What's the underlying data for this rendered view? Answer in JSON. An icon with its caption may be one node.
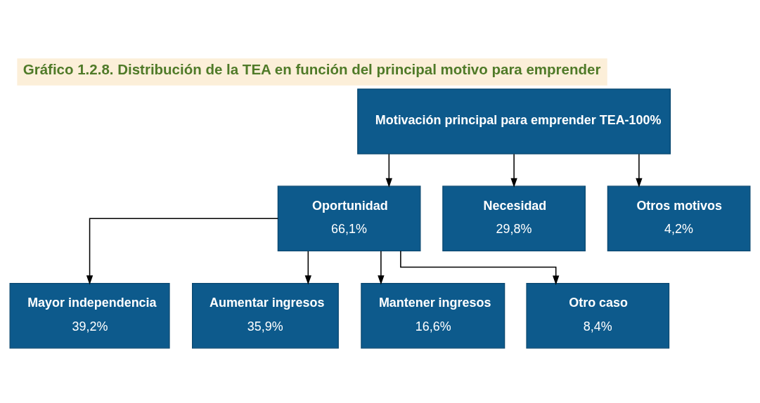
{
  "diagram": {
    "title": "Gráfico 1.2.8. Distribución de la TEA en función del principal motivo para emprender",
    "nodes": [
      {
        "text": [
          "Motivación principal para emprender TEA-100%"
        ]
      },
      {
        "text": [
          "Oportunidad",
          "66,1%"
        ]
      },
      {
        "text": [
          "Necesidad",
          "29,8%"
        ]
      },
      {
        "text": [
          "Otros motivos",
          "4,2%"
        ]
      },
      {
        "text": [
          "Mayor independencia",
          "39,2%"
        ]
      },
      {
        "text": [
          "Aumentar ingresos",
          "35,9%"
        ]
      },
      {
        "text": [
          "Mantener ingresos",
          "16,6%"
        ]
      },
      {
        "text": [
          "Otro caso",
          "8,4%"
        ]
      }
    ],
    "edges": [
      {
        "from": 0,
        "to": 1,
        "arrow": "to"
      },
      {
        "from": 0,
        "to": 2,
        "arrow": "to"
      },
      {
        "from": 0,
        "to": 3,
        "arrow": "to"
      },
      {
        "from": 1,
        "to": 4,
        "arrow": "to"
      },
      {
        "from": 1,
        "to": 5,
        "arrow": "to"
      },
      {
        "from": 1,
        "to": 6,
        "arrow": "to"
      },
      {
        "from": 1,
        "to": 7,
        "arrow": "to"
      }
    ]
  }
}
